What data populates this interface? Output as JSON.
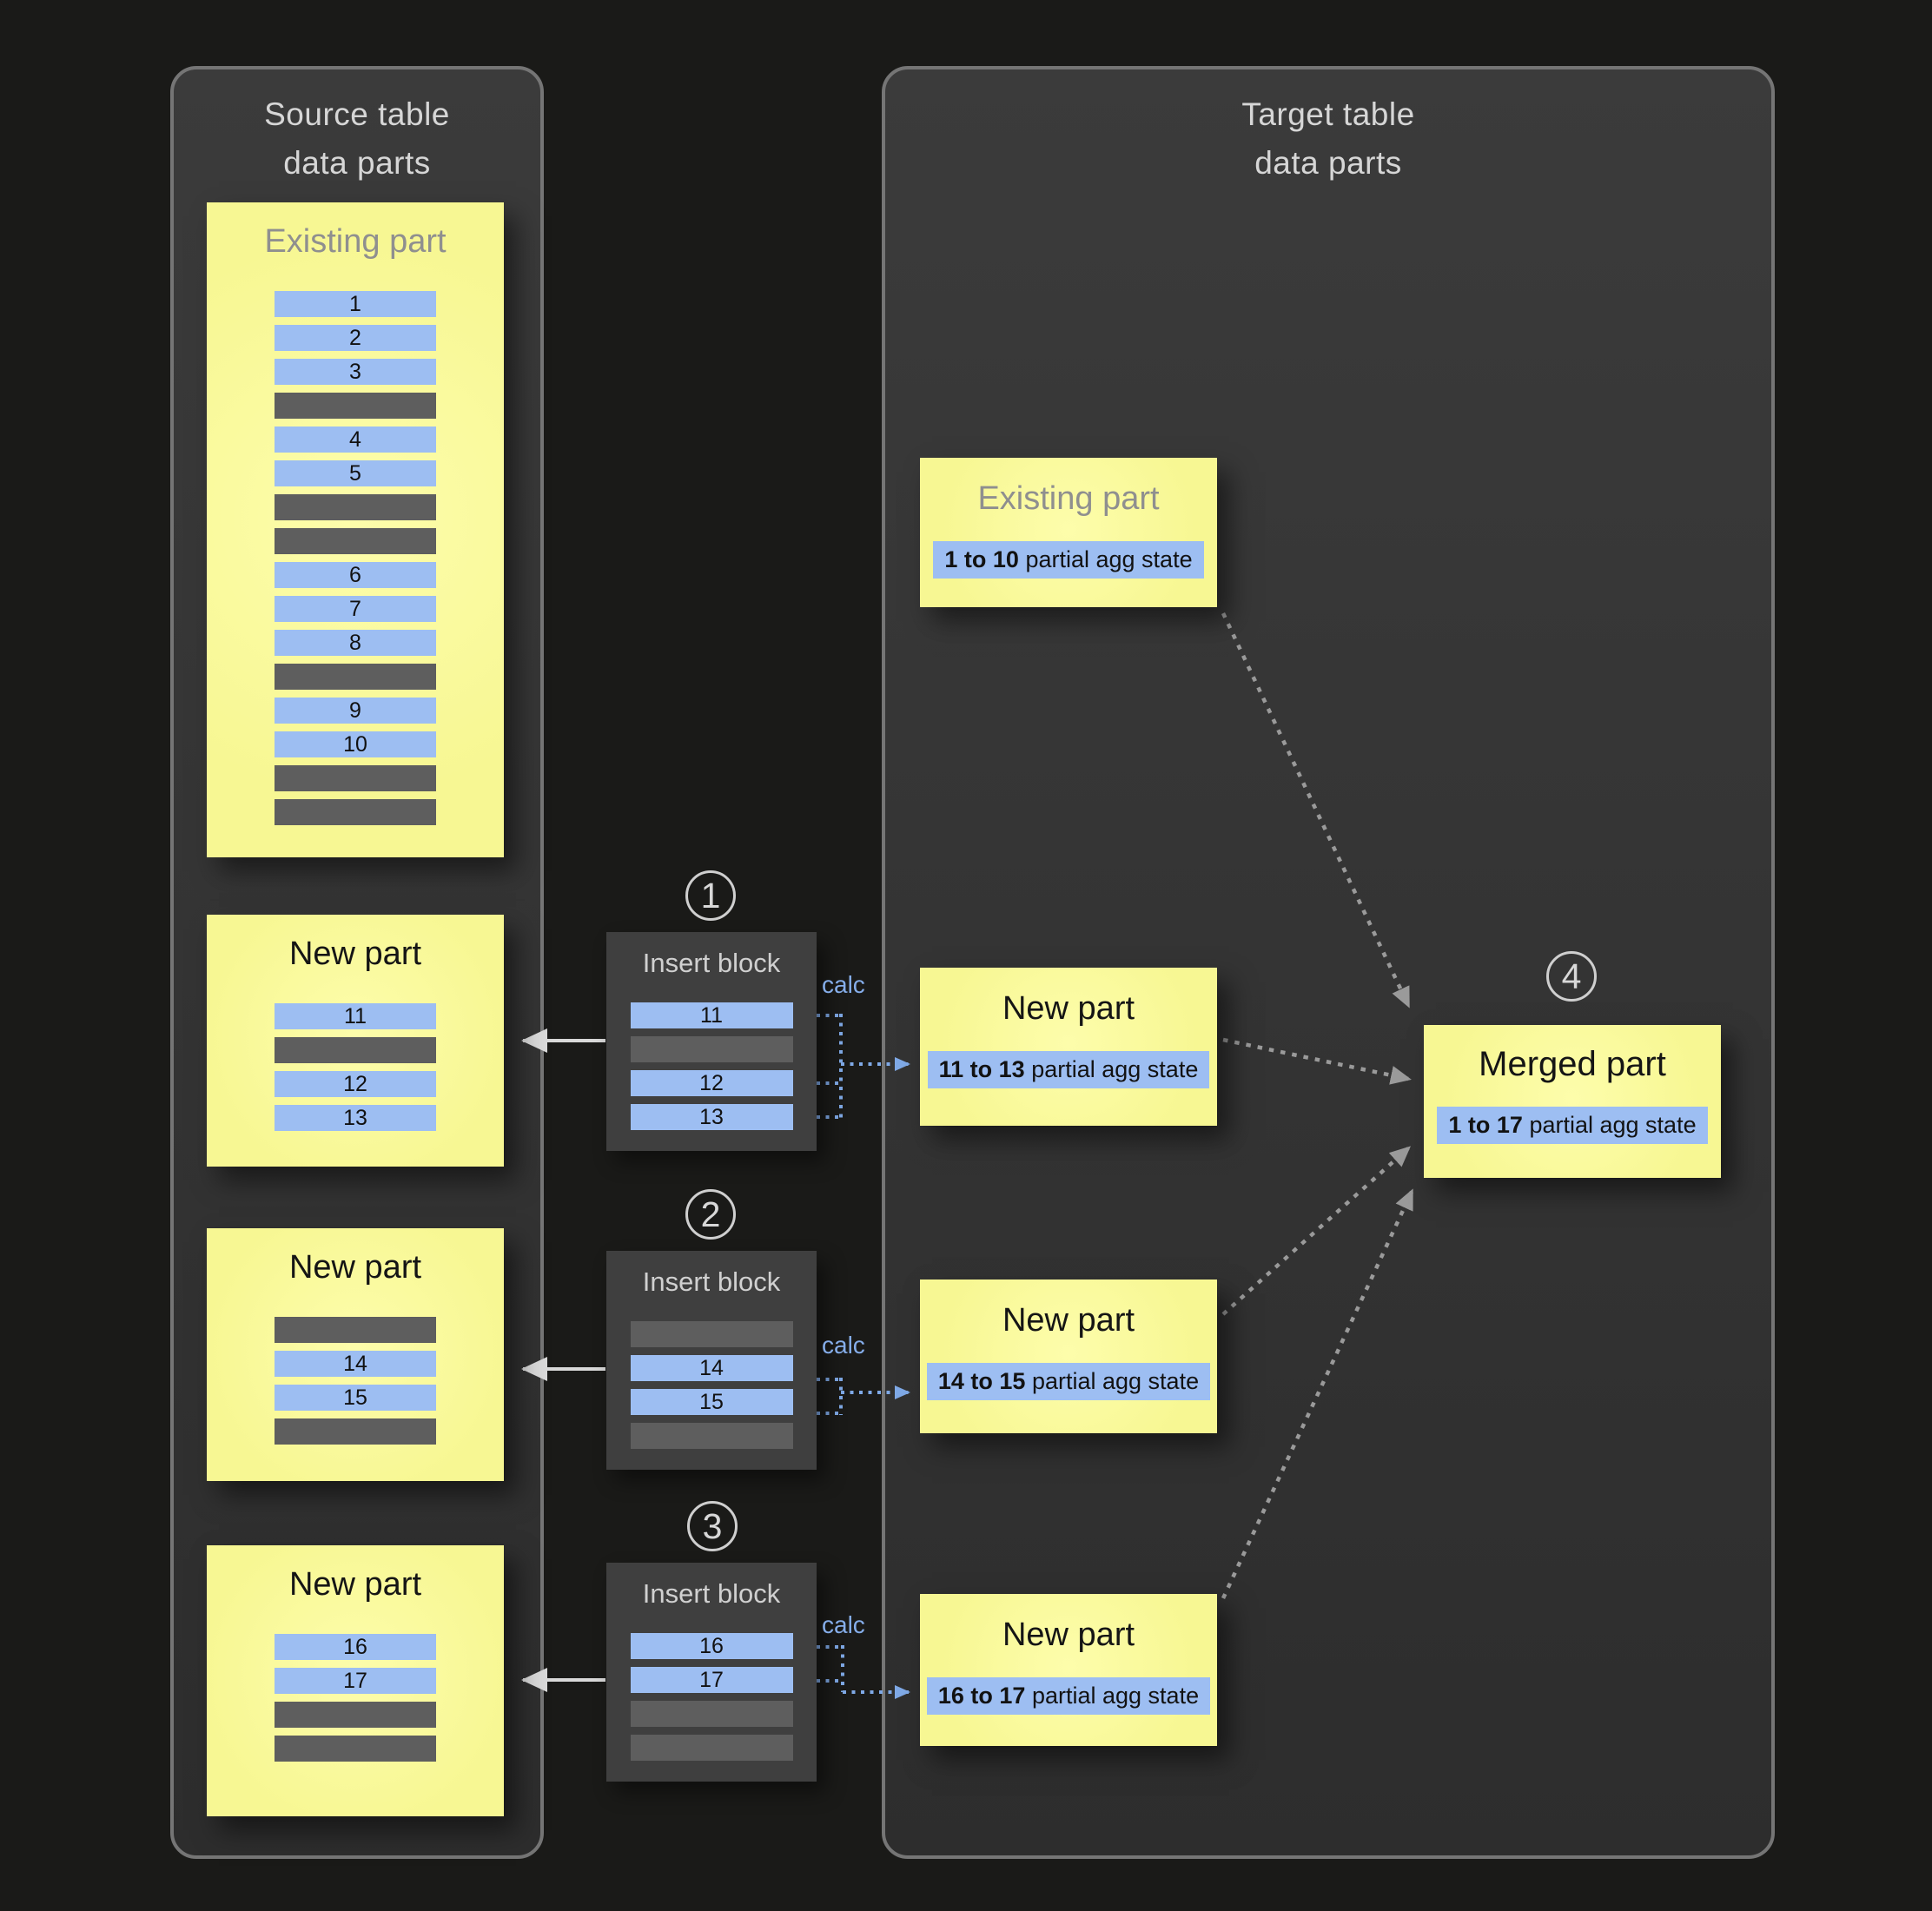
{
  "source_panel": {
    "title_line1": "Source table",
    "title_line2": "data parts",
    "existing_part": {
      "title": "Existing part",
      "rows": [
        "1",
        "2",
        "3",
        null,
        "4",
        "5",
        null,
        null,
        "6",
        "7",
        "8",
        null,
        "9",
        "10",
        null,
        null
      ]
    },
    "new_parts": [
      {
        "title": "New part",
        "rows": [
          "11",
          null,
          "12",
          "13"
        ]
      },
      {
        "title": "New part",
        "rows": [
          null,
          "14",
          "15",
          null
        ]
      },
      {
        "title": "New part",
        "rows": [
          "16",
          "17",
          null,
          null
        ]
      }
    ]
  },
  "insert_blocks": [
    {
      "step": "1",
      "title": "Insert block",
      "calc_label": "calc",
      "rows": [
        "11",
        null,
        "12",
        "13"
      ]
    },
    {
      "step": "2",
      "title": "Insert block",
      "calc_label": "calc",
      "rows": [
        null,
        "14",
        "15",
        null
      ]
    },
    {
      "step": "3",
      "title": "Insert block",
      "calc_label": "calc",
      "rows": [
        "16",
        "17",
        null,
        null
      ]
    }
  ],
  "target_panel": {
    "title_line1": "Target table",
    "title_line2": "data parts",
    "existing_part": {
      "title": "Existing part",
      "agg_range": "1 to 10",
      "agg_text": "partial agg state"
    },
    "new_parts": [
      {
        "title": "New part",
        "agg_range": "11 to 13",
        "agg_text": "partial agg state"
      },
      {
        "title": "New part",
        "agg_range": "14 to 15",
        "agg_text": "partial agg state"
      },
      {
        "title": "New part",
        "agg_range": "16 to 17",
        "agg_text": "partial agg state"
      }
    ],
    "merged_part": {
      "step": "4",
      "title": "Merged part",
      "agg_range": "1 to 17",
      "agg_text": "partial agg state"
    }
  },
  "colors": {
    "background": "#1a1a18",
    "panel_fill": "#373737",
    "panel_border": "#757575",
    "part_yellow": "#f8f898",
    "row_blue": "#9dbef2",
    "row_gray": "#5e5e5e",
    "insert_block_fill": "#3f3f3f",
    "calc_blue": "#85ade9",
    "light_text": "#d6d6d6",
    "muted_text": "#8f8f8f",
    "arrow_gray": "#9a9a9a",
    "arrow_white": "#d9d9d9"
  }
}
